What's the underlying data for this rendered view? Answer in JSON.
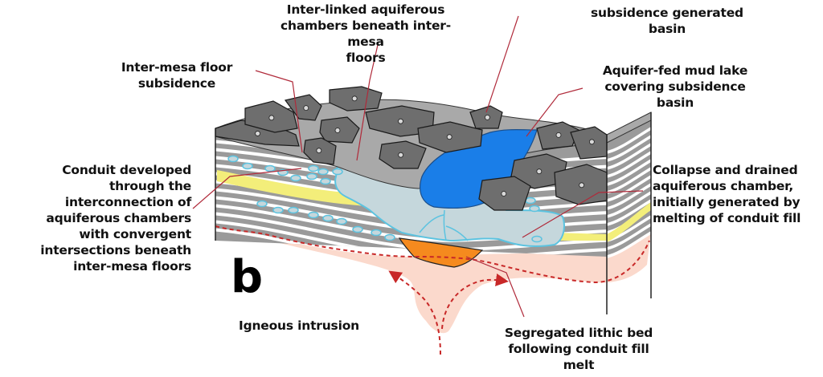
{
  "figure": {
    "panel_letter": "b",
    "colors": {
      "block_dark": "#6e6e6e",
      "block_top": "#8a8a8a",
      "floor": "#a9a9a9",
      "strata_gray": "#9a9a9a",
      "strata_white": "#ffffff",
      "yellow_bed": "#f3ee7a",
      "aquifer_fill": "#c5d7dc",
      "aquifer_outline": "#5cc3e0",
      "mud_lake": "#1a7ee8",
      "lithic_bed": "#f58a1e",
      "intrusion": "#fbd9cc",
      "dashed_red": "#c82828",
      "leader_line": "#b02a3a"
    },
    "labels": {
      "interlinked": "Inter-linked aquiferous\nchambers beneath inter-mesa\nfloors",
      "subsidence_basin": "subsidence generated\nbasin",
      "mud_lake": "Aquifer-fed mud lake\ncovering subsidence\nbasin",
      "floor_subsidence": "Inter-mesa floor\nsubsidence",
      "conduit": "Conduit developed\nthrough the\ninterconnection of\naquiferous chambers\nwith convergent\nintersections beneath\ninter-mesa floors",
      "collapse": "Collapse and drained\naquiferous chamber,\ninitially generated by\nmelting of conduit fill",
      "igneous": "Igneous intrusion",
      "lithic_bed": "Segregated lithic bed\nfollowing conduit fill\nmelt"
    }
  }
}
